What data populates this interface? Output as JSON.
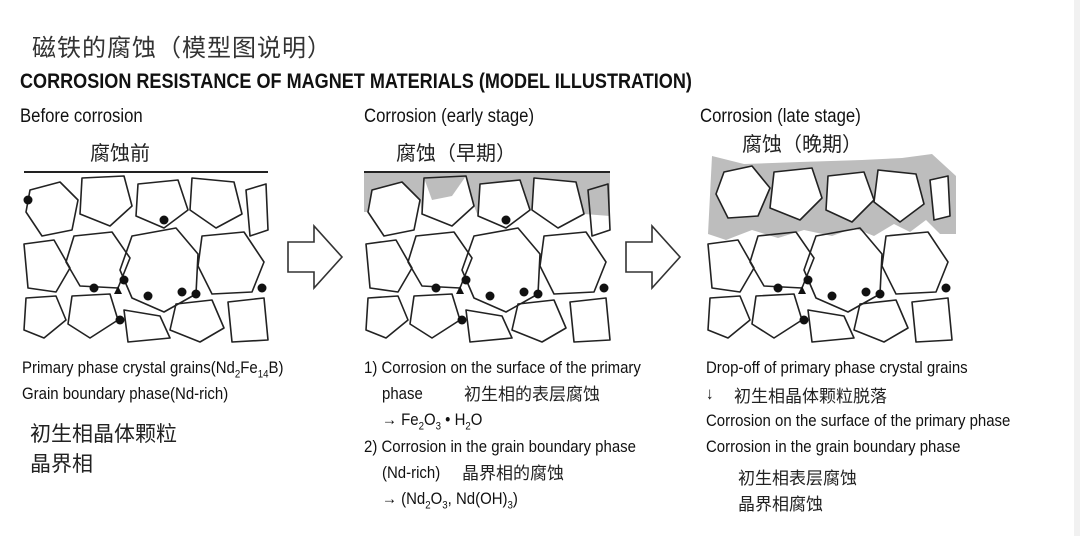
{
  "header": {
    "title_cn": "磁铁的腐蚀（模型图说明）",
    "title_en": "CORROSION RESISTANCE OF MAGNET MATERIALS (MODEL ILLUSTRATION)"
  },
  "stages": [
    {
      "label_en": "Before corrosion",
      "label_cn": "腐蚀前",
      "caption": {
        "line1_prefix": "Primary phase crystal grains(Nd",
        "line1_sub1": "2",
        "line1_mid": "Fe",
        "line1_sub2": "14",
        "line1_suffix": "B)",
        "line2": "Grain boundary phase(Nd-rich)",
        "cn1": "初生相晶体颗粒",
        "cn2": "晶界相"
      }
    },
    {
      "label_en": "Corrosion (early stage)",
      "label_cn": "腐蚀（早期）",
      "caption": {
        "item1": "1) Corrosion on the surface of the primary",
        "item1b": "phase",
        "item1_cn": "初生相的表层腐蚀",
        "prod1_arrow": "→",
        "prod1_a": "Fe",
        "prod1_sub1": "2",
        "prod1_b": "O",
        "prod1_sub2": "3",
        "prod1_c": " • H",
        "prod1_sub3": "2",
        "prod1_d": "O",
        "item2": "2) Corrosion in the grain boundary phase",
        "item2b": "(Nd-rich)",
        "item2_cn": "晶界相的腐蚀",
        "prod2_arrow": "→",
        "prod2_a": "(Nd",
        "prod2_sub1": "2",
        "prod2_b": "O",
        "prod2_sub2": "3",
        "prod2_c": ", Nd(OH)",
        "prod2_sub3": "3",
        "prod2_d": ")"
      }
    },
    {
      "label_en": "Corrosion (late stage)",
      "label_cn": "腐蚀（晚期）",
      "caption": {
        "line1": "Drop-off of primary phase crystal grains",
        "arrow": "↓",
        "line1_cn": "初生相晶体颗粒脱落",
        "line2": "Corrosion on the surface of the primary phase",
        "line3": "Corrosion in the grain boundary phase",
        "cn1": "初生相表层腐蚀",
        "cn2": "晶界相腐蚀"
      }
    }
  ],
  "colors": {
    "corrosion_gray": "#bdbdbd",
    "line": "#222222"
  },
  "icons": {
    "flow_arrow": "outline-right-arrow-icon"
  }
}
